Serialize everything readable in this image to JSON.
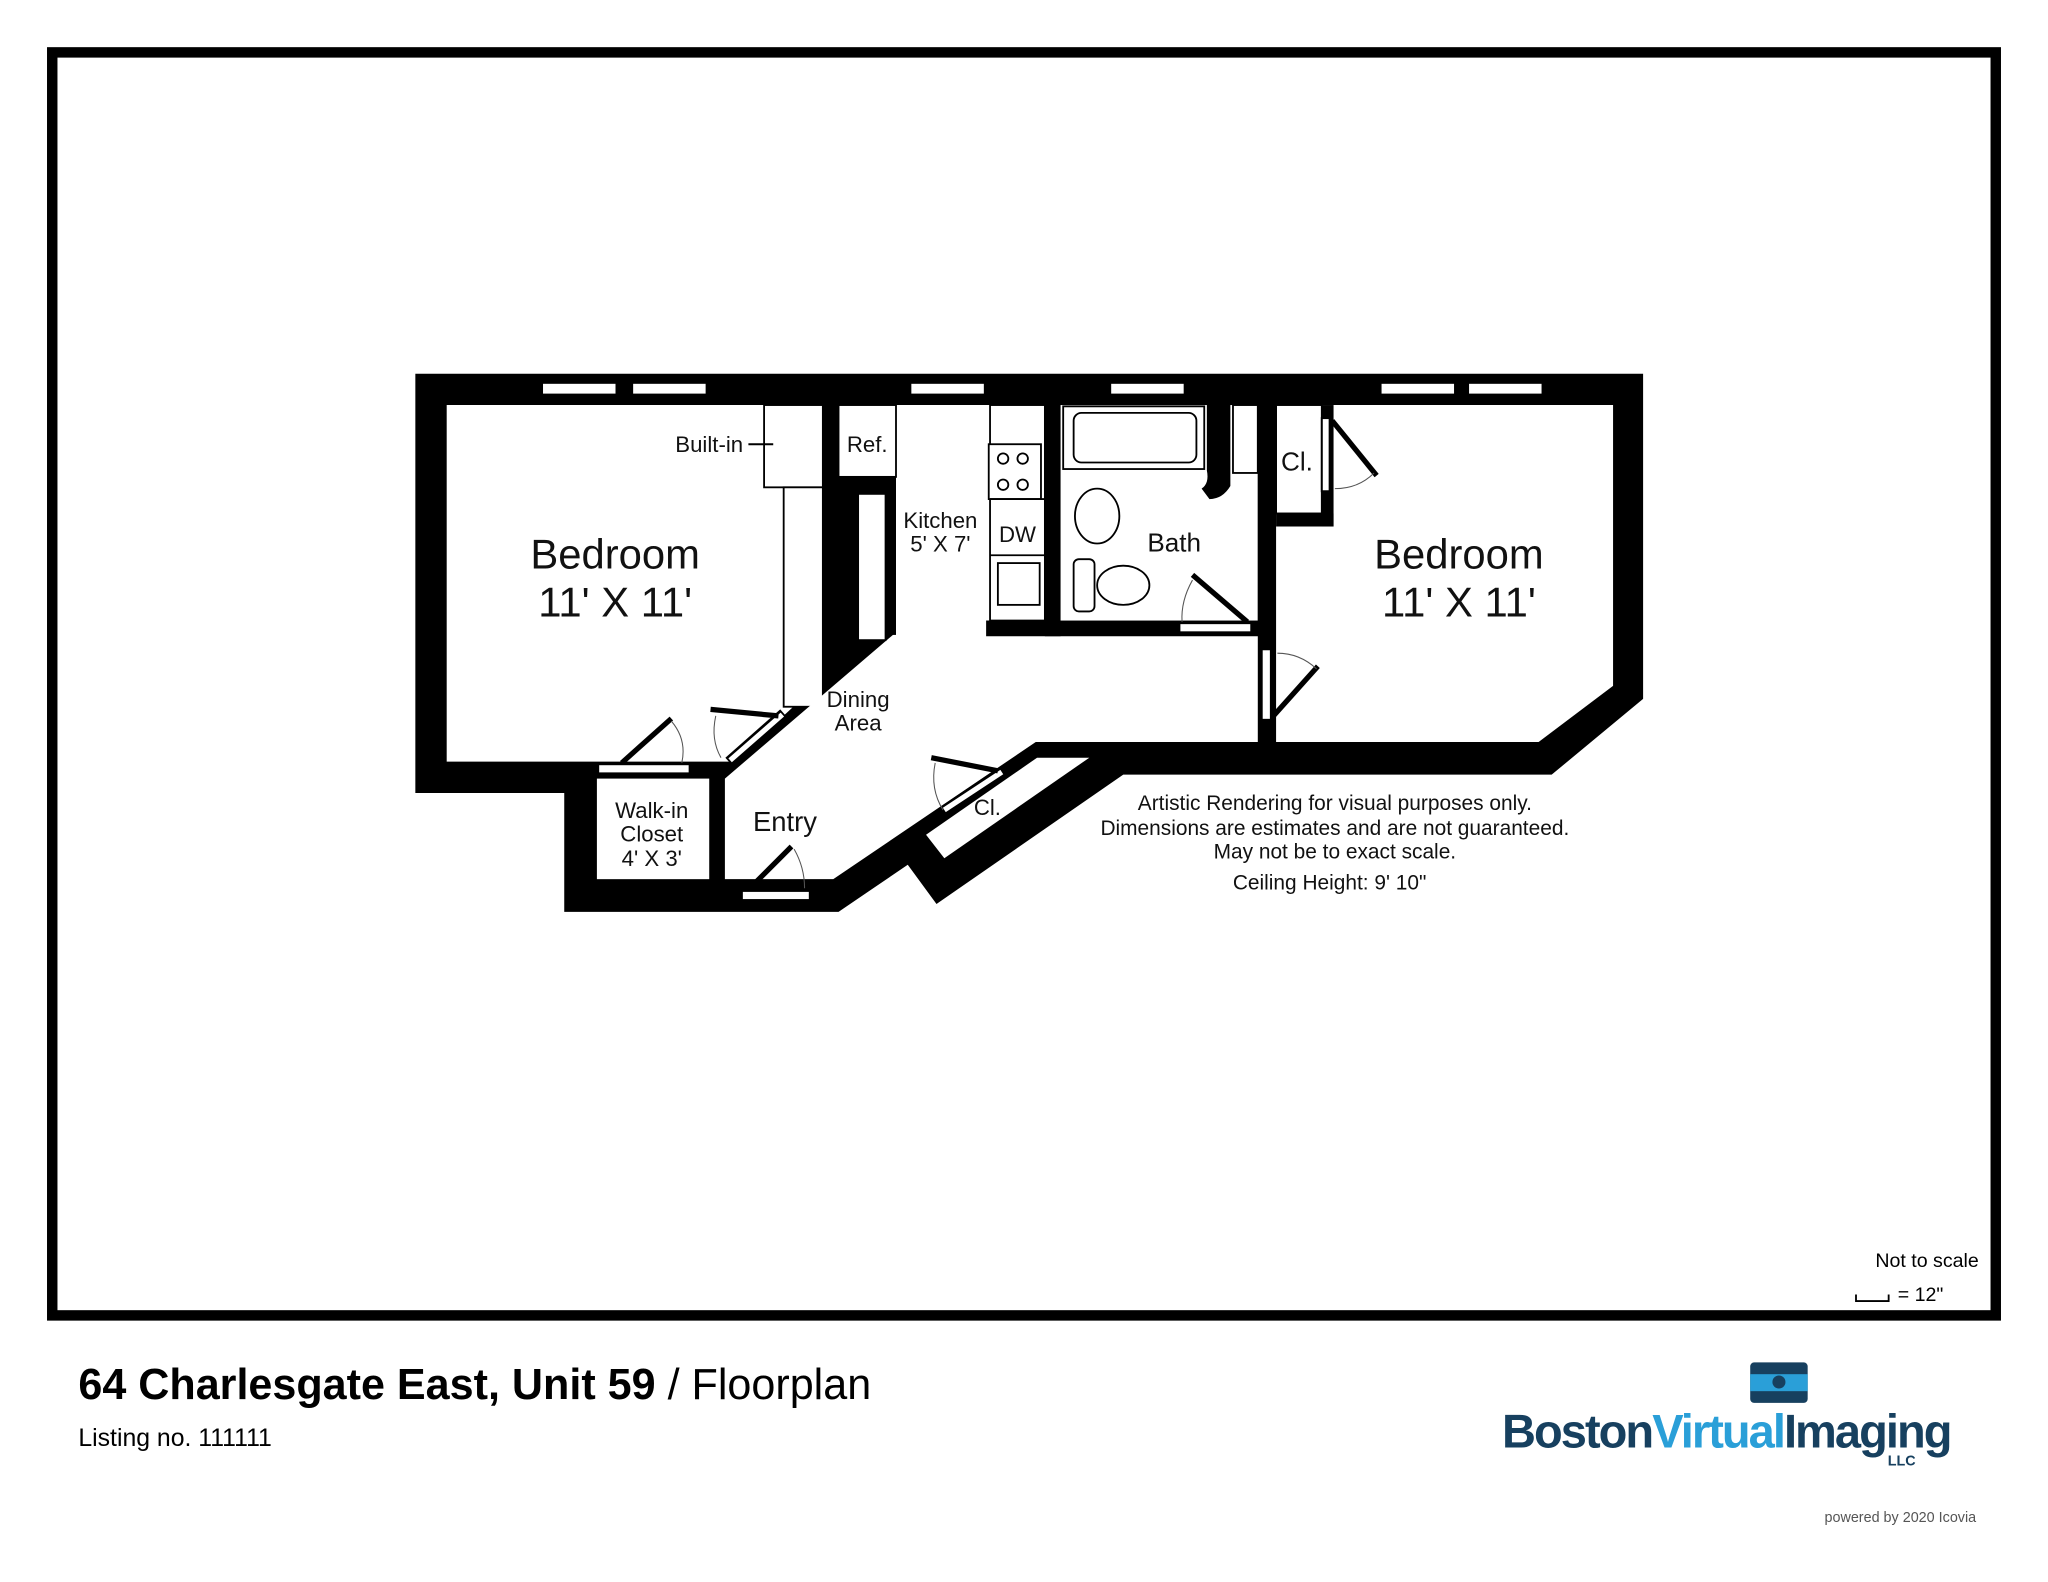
{
  "floorplan": {
    "rooms": {
      "bedroom_left": {
        "name": "Bedroom",
        "size": "11' X 11'"
      },
      "bedroom_right": {
        "name": "Bedroom",
        "size": "11' X 11'"
      },
      "kitchen": {
        "name": "Kitchen",
        "size": "5' X 7'"
      },
      "walkin": {
        "line1": "Walk-in",
        "line2": "Closet",
        "size": "4' X 3'"
      },
      "dining": {
        "line1": "Dining",
        "line2": "Area"
      },
      "entry": "Entry",
      "bath": "Bath"
    },
    "fixtures": {
      "builtin": "Built-in",
      "ref": "Ref.",
      "dw": "DW",
      "closet_bath": "Cl.",
      "closet_entry": "Cl."
    },
    "disclaimer": [
      "Artistic Rendering for visual purposes only.",
      "Dimensions are estimates and are not guaranteed.",
      "May not be to exact scale."
    ],
    "ceiling_height": "Ceiling Height: 9' 10\"",
    "scale": {
      "note": "Not to scale",
      "legend": "= 12\""
    }
  },
  "footer": {
    "address": "64 Charlesgate East, Unit 59",
    "separator": " / Floorplan",
    "listing": "Listing no. 111111",
    "logo": {
      "part1": "Boston",
      "part2": "Virtual",
      "part3": "Imaging",
      "suffix": "LLC"
    },
    "powered": "powered by 2020 Icovia"
  },
  "colors": {
    "logo_navy": "#17405f",
    "logo_blue": "#2a9fd8",
    "wall": "#000000"
  }
}
